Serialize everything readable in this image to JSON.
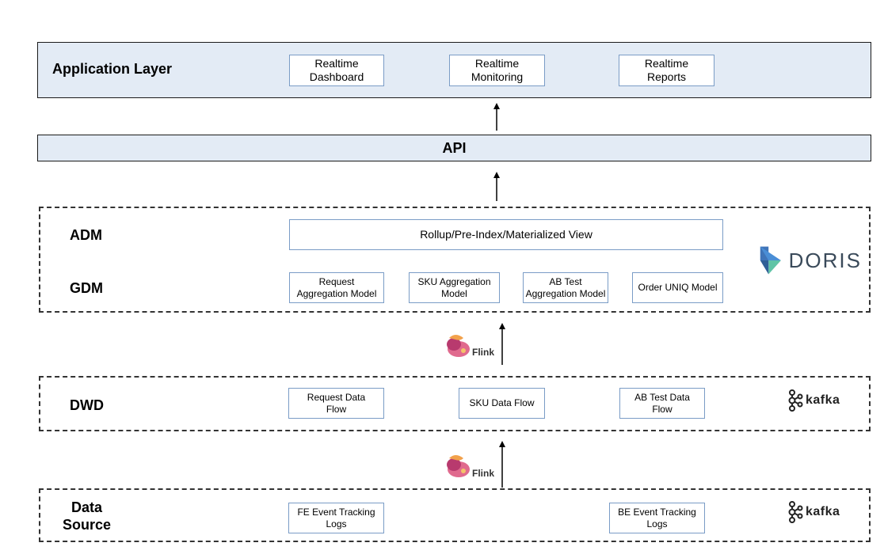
{
  "application_layer": {
    "title": "Application Layer",
    "items": [
      {
        "label": "Realtime\nDashboard"
      },
      {
        "label": "Realtime\nMonitoring"
      },
      {
        "label": "Realtime\nReports"
      }
    ]
  },
  "api_layer": {
    "title": "API"
  },
  "doris_layer": {
    "adm_title": "ADM",
    "gdm_title": "GDM",
    "adm_box": "Rollup/Pre-Index/Materialized View",
    "gdm_items": [
      {
        "label": "Request\nAggregation Model"
      },
      {
        "label": "SKU Aggregation\nModel"
      },
      {
        "label": "AB Test\nAggregation Model"
      },
      {
        "label": "Order UNIQ Model"
      }
    ],
    "logo": {
      "icon": "doris-icon",
      "text": "DORIS",
      "colors": [
        "#4a7dbf",
        "#5fc4a6",
        "#2c4a7c"
      ]
    }
  },
  "flink_logo": {
    "icon": "flink-squirrel-icon",
    "text": "Flink"
  },
  "dwd_layer": {
    "title": "DWD",
    "items": [
      {
        "label": "Request Data\nFlow"
      },
      {
        "label": "SKU Data Flow"
      },
      {
        "label": "AB Test Data\nFlow"
      }
    ],
    "logo": {
      "icon": "kafka-icon",
      "text": "kafka"
    }
  },
  "source_layer": {
    "title": "Data\nSource",
    "items": [
      {
        "label": "FE Event Tracking\nLogs"
      },
      {
        "label": "BE Event Tracking\nLogs"
      }
    ],
    "logo": {
      "icon": "kafka-icon",
      "text": "kafka"
    }
  },
  "colors": {
    "layer_fill": "#e3ebf5",
    "box_border": "#7a9cc6",
    "dash_border": "#333333"
  }
}
